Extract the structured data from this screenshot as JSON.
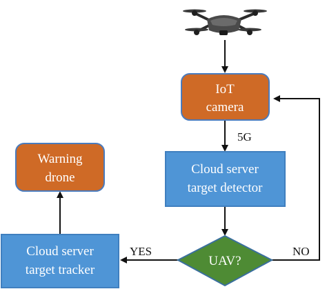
{
  "nodes": {
    "iot_camera": {
      "line1": "IoT",
      "line2": "camera",
      "fill": "#cf6a26",
      "stroke": "#4a7bbd"
    },
    "cloud_detector": {
      "line1": "Cloud server",
      "line2": "target detector",
      "fill": "#4f95d6",
      "stroke": "#3f7fbf"
    },
    "uav_decision": {
      "label": "UAV?",
      "fill": "#4e8b34",
      "stroke": "#3a6f9e"
    },
    "cloud_tracker": {
      "line1": "Cloud server",
      "line2": "target tracker",
      "fill": "#4f95d6",
      "stroke": "#3f7fbf"
    },
    "warning_drone": {
      "line1": "Warning",
      "line2": "drone",
      "fill": "#cf6a26",
      "stroke": "#4a7bbd"
    }
  },
  "edges": {
    "camera_to_detector": "5G",
    "yes": "YES",
    "no": "NO"
  },
  "icons": {
    "top": "quadcopter-drone-icon"
  },
  "colors": {
    "arrow": "#111111"
  }
}
